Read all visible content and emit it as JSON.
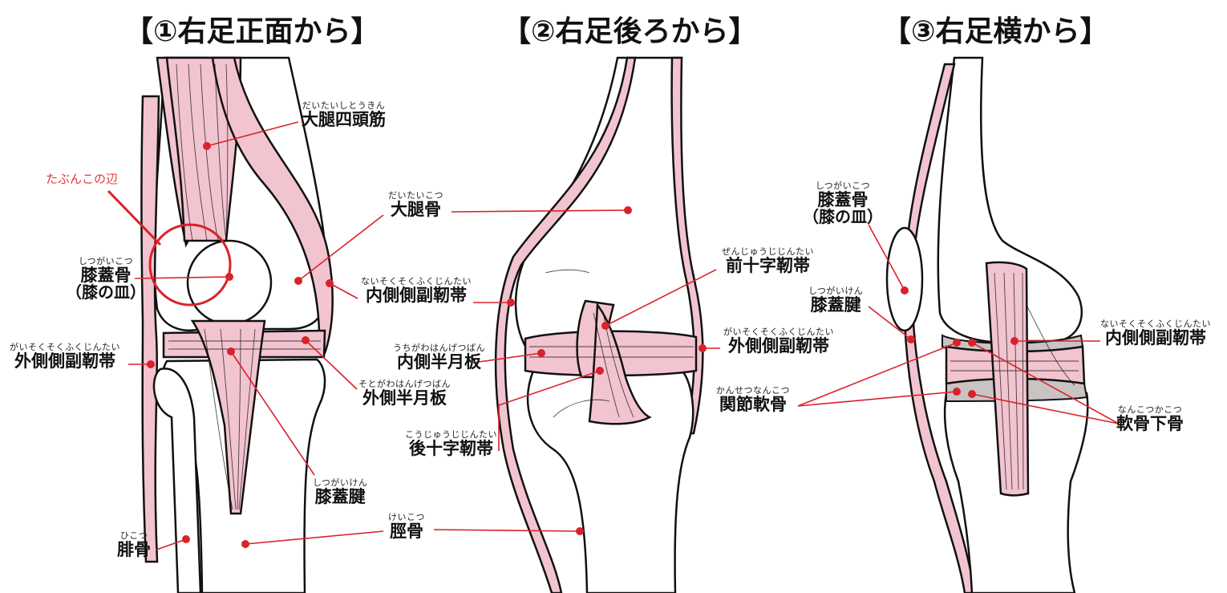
{
  "titles": {
    "front": "【①右足正面から】",
    "back": "【②右足後ろから】",
    "side": "【③右足横から】"
  },
  "note": "たぶんこの辺",
  "colors": {
    "leader": "#d9222a",
    "muscle": "#f2c4cf",
    "cartilage": "#c9c3c3",
    "note": "#e03a3a"
  },
  "front": {
    "quadriceps": {
      "ruby": "だいたいしとうきん",
      "name": "大腿四頭筋"
    },
    "femur": {
      "ruby": "だいたいこつ",
      "name": "大腿骨"
    },
    "patella": {
      "ruby": "しつがいこつ",
      "name": "膝蓋骨",
      "sub": "（膝の皿）"
    },
    "mcl": {
      "ruby": "ないそくそくふくじんたい",
      "name": "内側側副靭帯"
    },
    "lcl": {
      "ruby": "がいそくそくふくじんたい",
      "name": "外側側副靭帯"
    },
    "lateral_meniscus": {
      "ruby": "そとがわはんげつばん",
      "name": "外側半月板"
    },
    "patellar_tendon": {
      "ruby": "しつがいけん",
      "name": "膝蓋腱"
    },
    "fibula": {
      "ruby": "ひこつ",
      "name": "腓骨"
    },
    "tibia": {
      "ruby": "けいこつ",
      "name": "脛骨"
    }
  },
  "back": {
    "acl": {
      "ruby": "ぜんじゅうじじんたい",
      "name": "前十字靭帯"
    },
    "medial_meniscus": {
      "ruby": "うちがわはんげつばん",
      "name": "内側半月板"
    },
    "lcl": {
      "ruby": "がいそくそくふくじんたい",
      "name": "外側側副靭帯"
    },
    "pcl": {
      "ruby": "こうじゅうじじんたい",
      "name": "後十字靭帯"
    }
  },
  "side": {
    "patella": {
      "ruby": "しつがいこつ",
      "name": "膝蓋骨",
      "sub": "（膝の皿）"
    },
    "patellar_tendon": {
      "ruby": "しつがいけん",
      "name": "膝蓋腱"
    },
    "articular_cartilage": {
      "ruby": "かんせつなんこつ",
      "name": "関節軟骨"
    },
    "mcl": {
      "ruby": "ないそくそくふくじんたい",
      "name": "内側側副靭帯"
    },
    "subchondral_bone": {
      "ruby": "なんこつかこつ",
      "name": "軟骨下骨"
    }
  }
}
